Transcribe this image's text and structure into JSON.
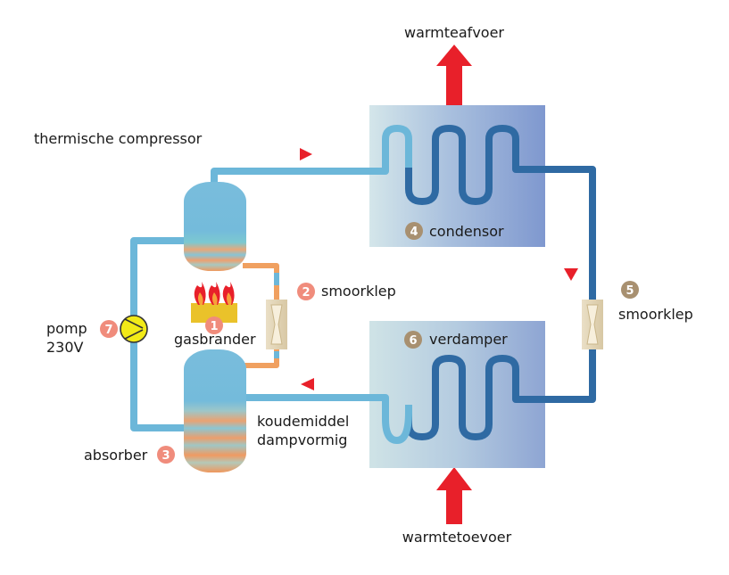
{
  "labels": {
    "heat_out": "warmteafvoer",
    "heat_in": "warmtetoevoer",
    "thermal_compressor": "thermische compressor",
    "condenser": "condensor",
    "evaporator": "verdamper",
    "throttle_valve_2": "smoorklep",
    "throttle_valve_5": "smoorklep",
    "pump": "pomp",
    "pump_voltage": "230V",
    "burner": "gasbrander",
    "absorber": "absorber",
    "refrigerant_line1": "koudemiddel",
    "refrigerant_line2": "dampvormig"
  },
  "badges": {
    "burner": "1",
    "throttle_valve_2": "2",
    "absorber": "3",
    "condenser": "4",
    "throttle_valve_5": "5",
    "evaporator": "6",
    "pump": "7"
  },
  "colors": {
    "pipe_light": "#6cb7d9",
    "pipe_dark": "#2f6aa3",
    "pipe_orange": "#f0a060",
    "condenser_box": "#8da6d4",
    "evaporator_box": "#b8d4e0",
    "arrow_red": "#e8202a",
    "badge_orange": "#f08c7c",
    "badge_brown": "#a89070"
  }
}
